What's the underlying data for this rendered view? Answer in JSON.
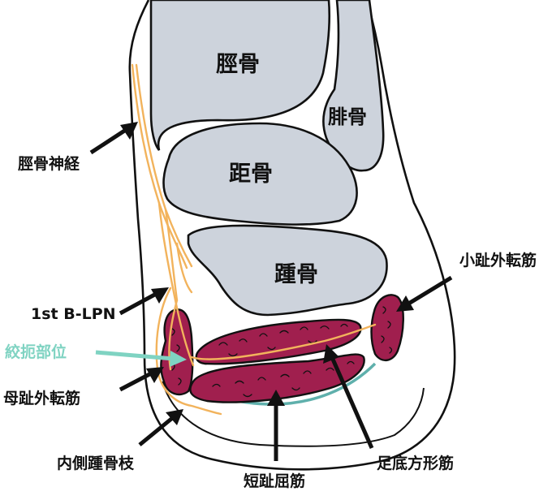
{
  "bones": {
    "tibia": "脛骨",
    "fibula": "腓骨",
    "talus": "距骨",
    "calcaneus": "踵骨"
  },
  "labels": {
    "tibial_nerve": "脛骨神経",
    "first_blpn": "1st B-LPN",
    "entrapment_site": "絞扼部位",
    "abductor_hallucis": "母趾外転筋",
    "medial_calcaneal_branch": "内側踵骨枝",
    "flexor_digitorum_brevis": "短趾屈筋",
    "quadratus_plantae": "足底方形筋",
    "abductor_digiti_minimi": "小趾外転筋"
  },
  "colors": {
    "bone": "#cdd3dc",
    "muscle": "#a01f4e",
    "nerve": "#f2b35c",
    "fascia": "#5fb0ac",
    "entrapment_arrow": "#7fd3c2",
    "outline": "#111111"
  }
}
